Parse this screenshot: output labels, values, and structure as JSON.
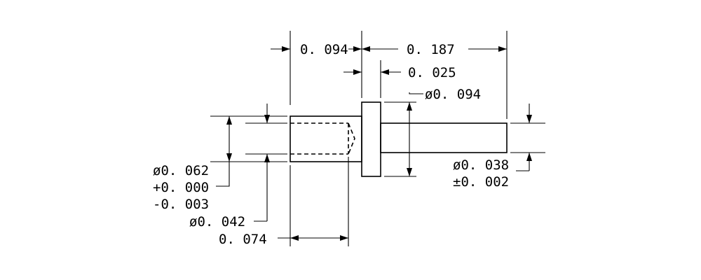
{
  "dimensions": {
    "flange_offset": "0. 094",
    "pin_length": "0. 187",
    "flange_thickness": "0. 025",
    "flange_diameter": "ø0. 094",
    "pin_diameter": "ø0. 038",
    "pin_tolerance": "±0. 002",
    "body_diameter": "ø0. 062",
    "body_tolerance_plus": "+0. 000",
    "body_tolerance_minus": "-0. 003",
    "bore_diameter": "ø0. 042",
    "bore_depth": "0. 074"
  }
}
